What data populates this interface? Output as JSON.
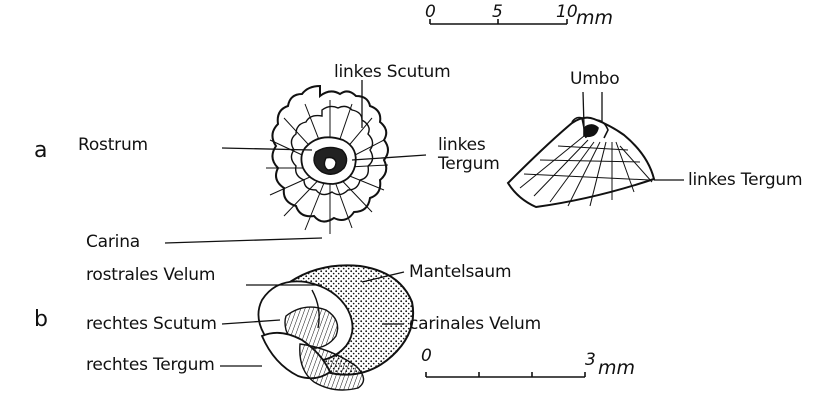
{
  "figure": {
    "panels": {
      "a": "a",
      "b": "b"
    },
    "scales": {
      "top": {
        "ticks": [
          "0",
          "5",
          "10"
        ],
        "unit": "mm"
      },
      "bottom": {
        "ticks": [
          "0",
          "3"
        ],
        "unit": "mm"
      }
    },
    "labels_a_top": {
      "linkes_scutum": "linkes Scutum",
      "rostrum": "Rostrum",
      "linkes": "linkes",
      "tergum": "Tergum",
      "carina": "Carina"
    },
    "labels_a_side": {
      "umbo": "Umbo",
      "linkes_tergum": "linkes Tergum"
    },
    "labels_b": {
      "rostrales_velum": "rostrales Velum",
      "mantelsaum": "Mantelsaum",
      "rechtes_scutum": "rechtes Scutum",
      "carinales_velum": "carinales Velum",
      "rechtes_tergum": "rechtes Tergum"
    }
  }
}
